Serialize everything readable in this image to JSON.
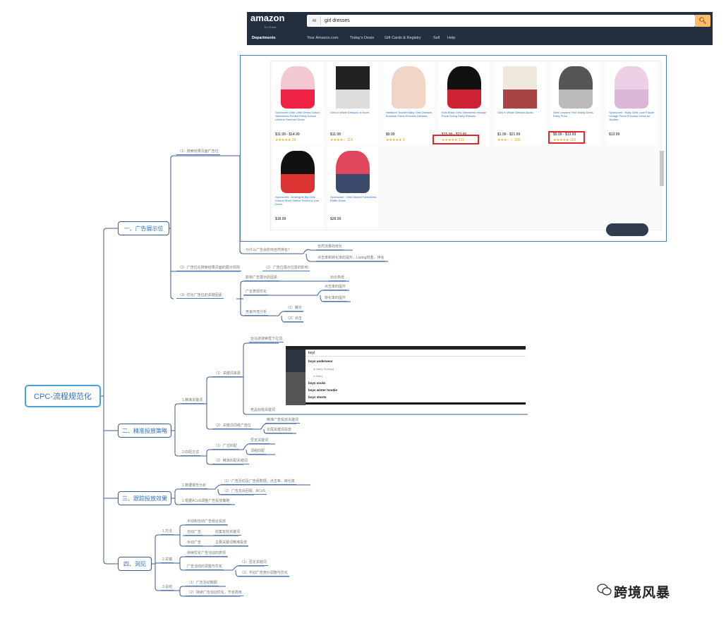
{
  "root": "CPC-流程规范化",
  "sections": [
    {
      "title": "一、广告展示位",
      "children": [
        "（1）搜索结果页面广告位",
        "（2）广告位在搜索结果页面的展示规则",
        "（2）广告位展示位置的影响",
        "（3）优化广告位的关键因素"
      ],
      "sub": [
        "为什么广告会影响自然排名？",
        "自然流量的增长",
        "点击率和转化率的提升，Listing权重，排名",
        "影响广告展示的因素",
        "出价高低",
        "广告表现优化",
        "点击率的提升",
        "转化率的提升",
        "竞争环境分析",
        "（1）曝光",
        "（2）点击"
      ]
    },
    {
      "title": "二、精准投放策略",
      "children": [
        "1.精准关键词",
        "2.匹配方式"
      ],
      "sub": [
        "（1）关键词来源",
        "（2）关键词词组广告位",
        "亚马逊搜索框下拉词",
        "竞品标题关键词",
        "精准广告投放关键词",
        "长尾关键词投放",
        "（1）广泛匹配",
        "否定关键词",
        "词组匹配",
        "（2）精准匹配关键词"
      ]
    },
    {
      "title": "三、跟踪投放效果",
      "children": [
        "1.数据报告分析",
        "2.根据ACoS调整广告投放策略"
      ],
      "sub": [
        "（1）广告活动及广告组数据，点击率、转化率",
        "（2）广告支出回报，ACoS"
      ]
    },
    {
      "title": "四、洞见",
      "children": [
        "1.方法",
        "2.关键",
        "3.总结"
      ],
      "sub": [
        "手动和自动广告组合投放",
        "自动广告",
        "收集有效关键词",
        "手动广告",
        "主要关键词精准投放",
        "持续优化广告活动的表现",
        "广告活动的调整与优化",
        "（1）否定关键词",
        "（2）手动广告竞价调整与优化",
        "（1）广告活动数据",
        "（2）持续广告活动优化，节省费用"
      ]
    }
  ],
  "amazon": {
    "logo": "amazon",
    "logo_sub": "Try Prime",
    "search_scope": "All",
    "search_query": "girl dresses",
    "departments": "Departments",
    "nav": [
      "Your Amazon.com",
      "Today's Deals",
      "Gift Cards & Registry",
      "Sell",
      "Help"
    ],
    "products": [
      {
        "title": "Gymboree Girls' Little Dress Cotton Sleeveless Printed Pretty School Uniform Summer Dress",
        "price": "$11.99 - $14.99",
        "stars": "★★★★★ 36"
      },
      {
        "title": "Girls in White Dresses: A Novel",
        "price": "$11.99",
        "stars": "★★★★☆ 114"
      },
      {
        "title": "Newborn Toddler Baby Girls Dresses Bowknot Floral Princess Dresses",
        "price": "$9.99",
        "stars": "★★★★★ 3"
      },
      {
        "title": "Kids Black Girls Sleeveless Vintage Floral Swing Party Dresses",
        "price": "$15.99 - $23.99",
        "stars": "★★★★★ 131"
      },
      {
        "title": "Girls in White Dresses Audio",
        "price": "$1.99 - $21.99",
        "stars": "★★★☆☆ 106"
      },
      {
        "title": "Girls Leopard Print Swing Dress Party Prom",
        "price": "$9.99 - $13.99",
        "stars": "★★★★★ 118"
      },
      {
        "title": "Sponsored · Baby Girls Lace Flower Vintage Floral Princess Dress for Toddler",
        "price": "$13.99",
        "stars": ""
      },
      {
        "title": "Sponsored · Amerigirls Big Girls Casual Short Sleeve Pocket A-Line Dress",
        "price": "$18.99",
        "stars": ""
      },
      {
        "title": "Sponsored · Girls Striped Sleeveless Ruffle Dress",
        "price": "$28.99",
        "stars": ""
      }
    ]
  },
  "suggestions": {
    "query": "boyl",
    "items": [
      "boys underwear",
      "in Baby Clothing",
      "in Baby",
      "boys socks",
      "boys winter hoodie",
      "boys shorts"
    ]
  },
  "watermark": "跨境风暴",
  "colors": {
    "line": "#4a78b8",
    "root_border": "#4aa3df",
    "amazon_dark": "#232f3e",
    "highlight": "#e0282e"
  }
}
